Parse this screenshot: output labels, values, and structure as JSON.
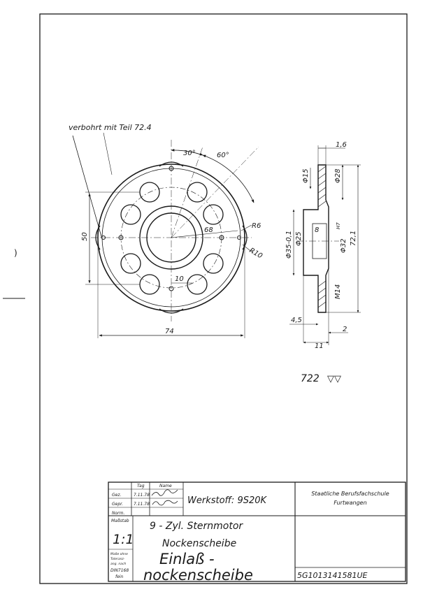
{
  "drawing": {
    "front_view": {
      "note": "verbohrt mit Teil 72.4",
      "dims": {
        "angle_30": "30°",
        "angle_60": "60°",
        "r6": "R6",
        "r10": "R10",
        "d68": "68",
        "d50": "50",
        "d74": "74",
        "d10": "10"
      }
    },
    "side_view": {
      "dims": {
        "d16": "1,6",
        "d15": "Φ15",
        "d28": "Φ28",
        "d8": "8",
        "d25": "Φ25",
        "d35": "Φ35-0,1",
        "d32": "Φ32",
        "d32_tol": "H7",
        "d72": "72,1",
        "m14": "M14",
        "d45": "4,5",
        "d2": "2",
        "d11": "11"
      }
    },
    "finish": {
      "code": "722",
      "symbol": "▽▽"
    }
  },
  "title_block": {
    "headers": {
      "tag": "Tag",
      "name": "Name"
    },
    "rows": [
      {
        "label": "Gez.",
        "date": "7.11.78"
      },
      {
        "label": "Gepr.",
        "date": "7.11.78"
      },
      {
        "label": "Norm.",
        "date": ""
      }
    ],
    "material": "Werkstoff: 9S20K",
    "school_line1": "Staatliche Berufsfachschule",
    "school_line2": "Furtwangen",
    "scale_label": "Maßstab",
    "scale_value": "1:1",
    "tolerance_note": [
      "Maße ohne",
      "Toleranz-",
      "ang. nach",
      "DIN7168",
      "fein"
    ],
    "project": "9 - Zyl. Sternmotor",
    "assembly": "Nockenscheibe",
    "part_line1": "Einlaß -",
    "part_line2": "nockenscheibe",
    "drawing_number": "5G1013141581UE"
  }
}
